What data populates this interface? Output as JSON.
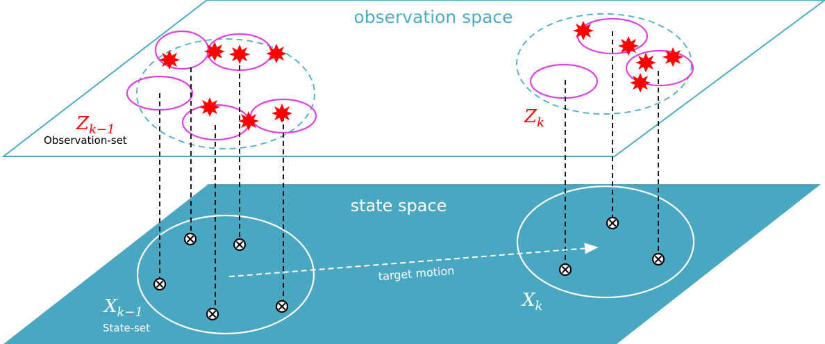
{
  "observation_space": {
    "title": "observation space",
    "left_set": {
      "symbol": "Z",
      "subscript": "k−1",
      "caption": "Observation-set"
    },
    "right_set": {
      "symbol": "Z",
      "subscript": "k"
    }
  },
  "state_space": {
    "title": "state space",
    "left_set": {
      "symbol": "X",
      "subscript": "k−1",
      "caption": "State-set"
    },
    "right_set": {
      "symbol": "X",
      "subscript": "k"
    },
    "motion_label": "target motion"
  },
  "colors": {
    "plane_outline": "#4bacc6",
    "state_fill": "#4aa7c2",
    "title_text": "#4bacc6",
    "ellipse": "#e040e0",
    "burst": "#ff0000",
    "set_label": "#ff0000",
    "white": "#ffffff"
  }
}
